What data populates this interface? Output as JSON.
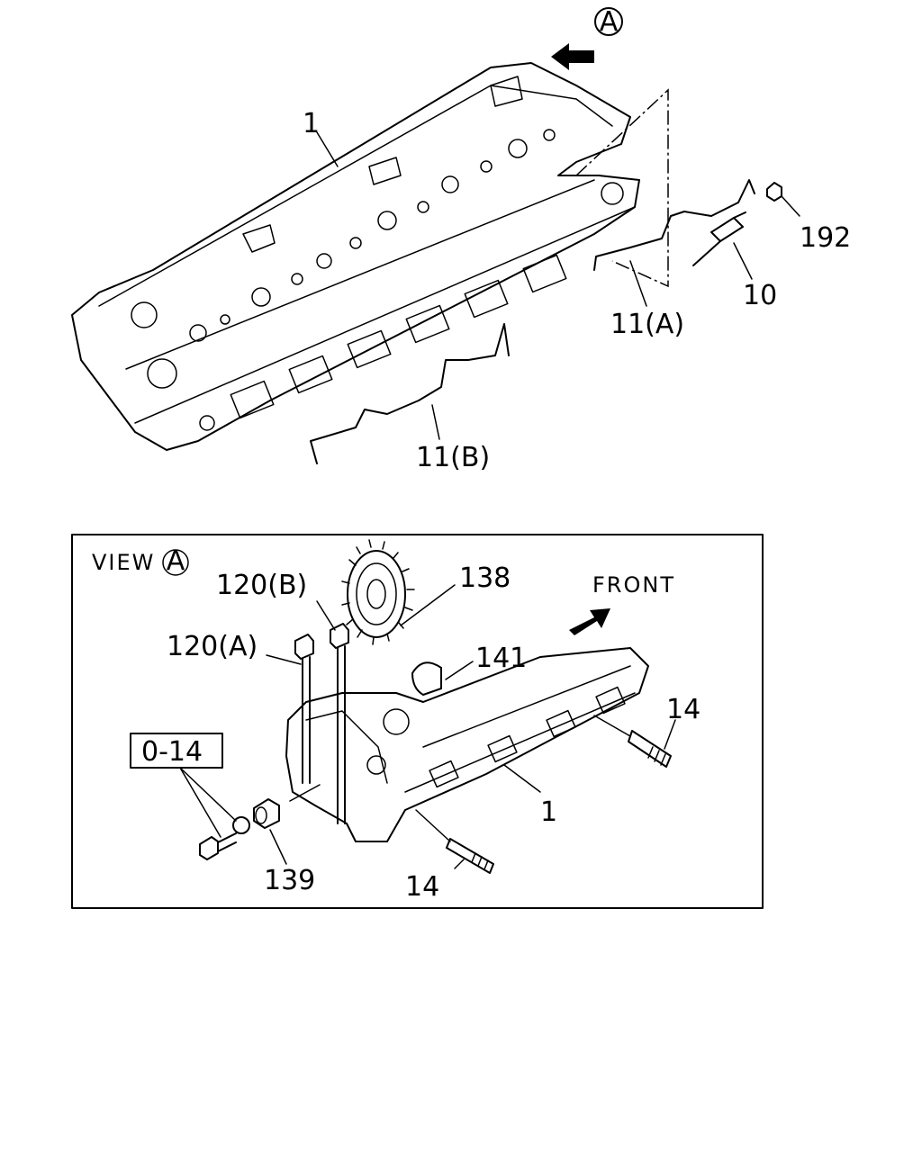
{
  "callouts": {
    "view_marker_top": "A",
    "cylinder_head_top": "1",
    "nut": "192",
    "glow_plug": "10",
    "connector_a": "11(A)",
    "connector_b": "11(B)",
    "view_title": "VIEW",
    "view_circle": "A",
    "bolt_b": "120(B)",
    "bolt_a": "120(A)",
    "gear": "138",
    "front_label": "FRONT",
    "key": "141",
    "stud_right": "14",
    "ref_box": "0-14",
    "cylinder_head_bottom": "1",
    "bushing": "139",
    "stud_bottom": "14"
  }
}
